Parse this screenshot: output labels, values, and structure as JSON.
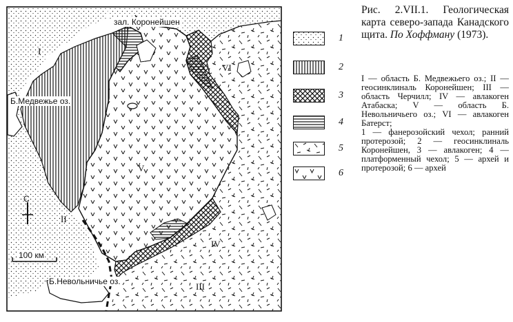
{
  "figure": {
    "caption_title": "Рис. 2.VII.1. Геологическая карта северо-запада Канадского щита.",
    "caption_source": "По Хоффману",
    "caption_year": "(1973).",
    "explanation_regions": "I — область Б. Медвежьего оз.; II — геосинклиналь Коронейшен; III — область Черчилл; IV — авлакоген Атабаска; V — область Б. Невольничьего оз.; VI — авлакоген Батерст;",
    "explanation_legend": "1 — фанерозойский чехол; ранний протерозой; 2 — геосинклиналь Коронейшен, 3 — авлакоген; 4 — платформенный чехол; 5 — архей и протерозой; 6 — архей"
  },
  "map": {
    "labels": {
      "coronation_gulf": "зал. Коронейшен",
      "great_bear_lake": "Б.Медвежье оз.",
      "great_slave_lake": "Б.Невольничье оз.",
      "north_arrow": "С",
      "scale_bar": "100 км"
    },
    "region_numerals": [
      "I",
      "II",
      "III",
      "IV",
      "V",
      "VI"
    ]
  },
  "legend": {
    "items": [
      {
        "number": "1",
        "pattern": "dots"
      },
      {
        "number": "2",
        "pattern": "vertical-lines"
      },
      {
        "number": "3",
        "pattern": "cross-hatch"
      },
      {
        "number": "4",
        "pattern": "horizontal-lines"
      },
      {
        "number": "5",
        "pattern": "dashes"
      },
      {
        "number": "6",
        "pattern": "v-marks"
      }
    ]
  }
}
